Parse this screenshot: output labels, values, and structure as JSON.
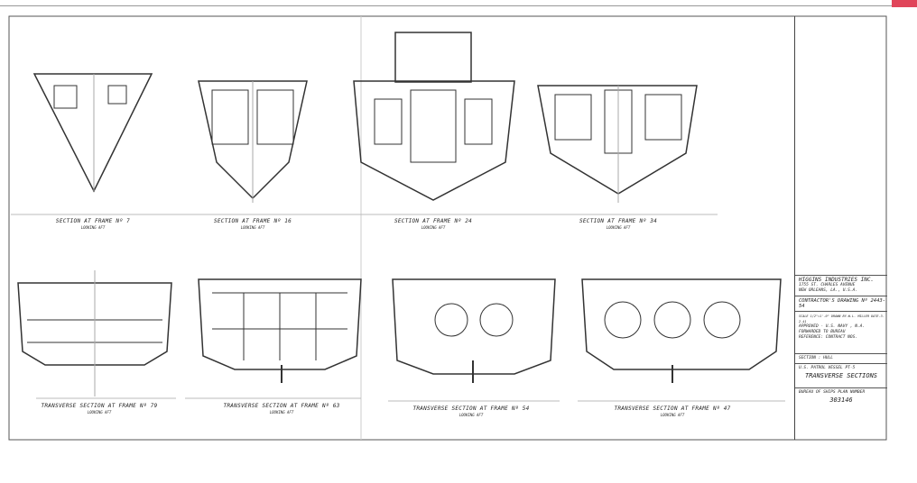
{
  "sections_top": [
    {
      "title": "SECTION AT FRAME Nº 7",
      "subtitle": "LOOKING AFT"
    },
    {
      "title": "SECTION AT FRAME Nº 16",
      "subtitle": "LOOKING AFT"
    },
    {
      "title": "SECTION AT FRAME Nº 24",
      "subtitle": "LOOKING AFT"
    },
    {
      "title": "SECTION AT FRAME Nº 34",
      "subtitle": "LOOKING AFT"
    }
  ],
  "sections_bottom": [
    {
      "title": "TRANSVERSE SECTION AT FRAME Nº 79",
      "subtitle": "LOOKING AFT"
    },
    {
      "title": "TRANSVERSE SECTION AT FRAME Nº 63",
      "subtitle": "LOOKING AFT"
    },
    {
      "title": "TRANSVERSE SECTION AT FRAME Nº 54",
      "subtitle": "LOOKING AFT"
    },
    {
      "title": "TRANSVERSE SECTION AT FRAME Nº 47",
      "subtitle": "LOOKING AFT"
    }
  ],
  "title_block": {
    "company": "HIGGINS INDUSTRIES INC.",
    "address1": "1755 ST. CHARLES AVENUE",
    "address2": "NEW ORLEANS, LA., U.S.A.",
    "drawing_no": "CONTRACTOR'S DRAWING Nº 2443-54",
    "scale_line": "SCALE 1/2\"=1'-0\"  DRAWN BY-W.L. MILLER  DATE-3-2-41",
    "approved": "APPROVED - U.S. NAVY , N.A.",
    "forwarded": "FORWARDED TO BUREAU",
    "reference": "REFERENCE: CONTRACT NOS.",
    "section": "SECTION : HULL",
    "vessel": "U.S. PATROL VESSEL  PT-5",
    "sheet_title": "TRANSVERSE SECTIONS",
    "bureau": "BUREAU OF SHIPS PLAN NUMBER",
    "plan_number": "303146"
  },
  "colors": {
    "ink": "#333333",
    "accent": "#e0455a"
  }
}
